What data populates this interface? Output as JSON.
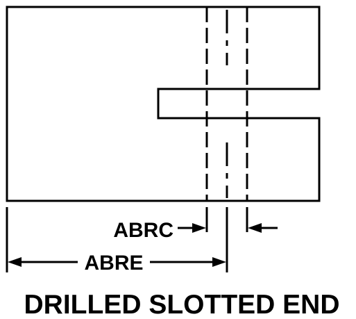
{
  "dimensions": {
    "abrc_label": "ABRC",
    "abre_label": "ABRE"
  },
  "caption": "DRILLED SLOTTED END",
  "colors": {
    "line": "#000000",
    "background": "#ffffff"
  }
}
